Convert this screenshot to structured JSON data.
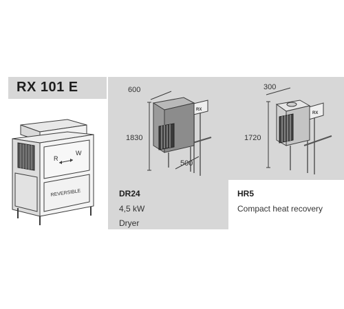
{
  "model": "RX 101 E",
  "machine": {
    "label_r": "R",
    "label_w": "W",
    "label_reversible": "REVERSIBLE"
  },
  "dr24": {
    "width_dim": "600",
    "height_dim": "1830",
    "depth_dim": "500",
    "code": "DR24",
    "power": "4,5 kW",
    "description": "Dryer"
  },
  "hr5": {
    "width_dim": "300",
    "height_dim": "1720",
    "code": "HR5",
    "description": "Compact heat recovery"
  },
  "colors": {
    "panel_gray": "#d7d7d7",
    "line_dark": "#3a3a3a"
  }
}
